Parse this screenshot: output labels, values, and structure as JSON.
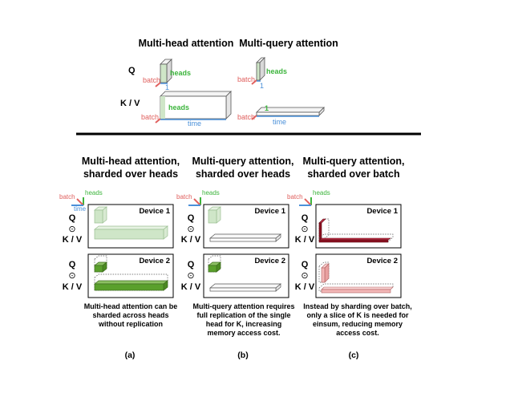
{
  "top": {
    "mha_title": "Multi-head attention",
    "mqa_title": "Multi-query attention",
    "q_label": "Q",
    "kv_label": "K / V",
    "batch": "batch",
    "heads": "heads",
    "time": "time",
    "one": "1"
  },
  "panels": [
    {
      "title_line1": "Multi-head attention,",
      "title_line2": "sharded over heads",
      "caption": [
        "Multi-head attention can be",
        "sharded across heads",
        "without replication"
      ],
      "letter": "(a)",
      "device1": "Device 1",
      "device2": "Device 2"
    },
    {
      "title_line1": "Multi-query attention,",
      "title_line2": "sharded over heads",
      "caption": [
        "Multi-query attention requires",
        "full replication of the single",
        "head for K, increasing",
        "memory access cost."
      ],
      "letter": "(b)",
      "device1": "Device 1",
      "device2": "Device 2"
    },
    {
      "title_line1": "Multi-query attention,",
      "title_line2": "sharded over batch",
      "caption": [
        "Instead by sharding over batch,",
        "only a slice of K is needed for",
        "einsum, reducing memory",
        "access cost."
      ],
      "letter": "(c)",
      "device1": "Device 1",
      "device2": "Device 2"
    }
  ],
  "row_labels": {
    "q": "Q",
    "kv": "K / V",
    "dot": "⊙"
  },
  "axes_legend": {
    "batch": "batch",
    "heads": "heads",
    "time": "time"
  },
  "colors": {
    "batch": "#e0605e",
    "heads": "#3cb43c",
    "time": "#4a90d9",
    "light_green": "#cfe6c8",
    "dark_green": "#5aa02c",
    "dark_red": "#8b1020",
    "pink": "#f3b7b7"
  }
}
